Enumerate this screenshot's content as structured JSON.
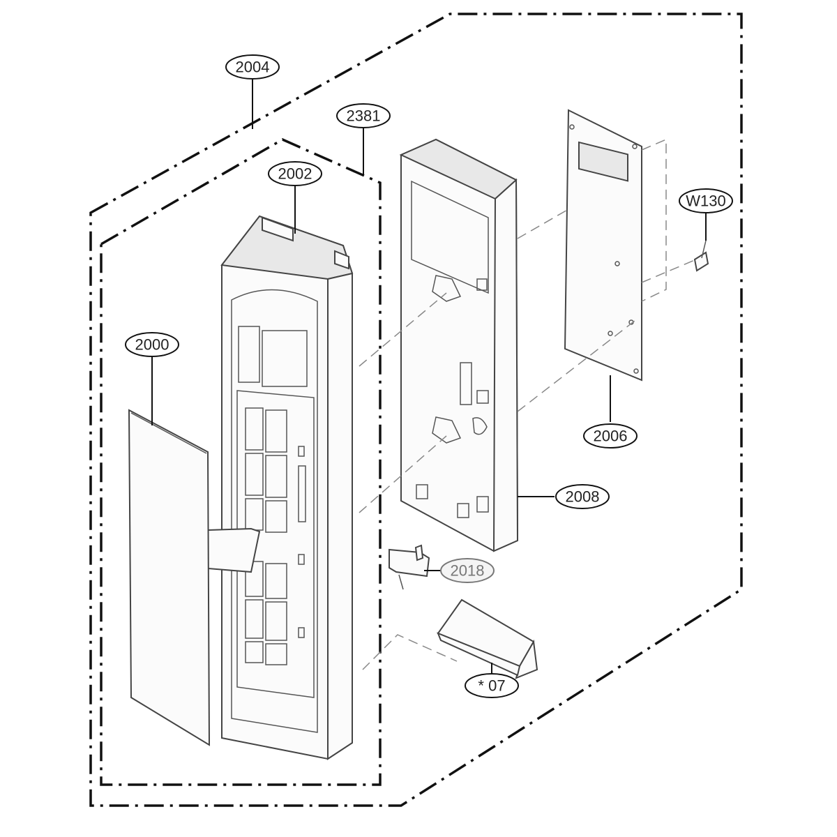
{
  "callouts": {
    "c2004": "2004",
    "c2381": "2381",
    "c2002": "2002",
    "c2000": "2000",
    "c2008": "2008",
    "c2006": "2006",
    "cW130": "W130",
    "c2018": "2018",
    "c07": "* 07"
  }
}
